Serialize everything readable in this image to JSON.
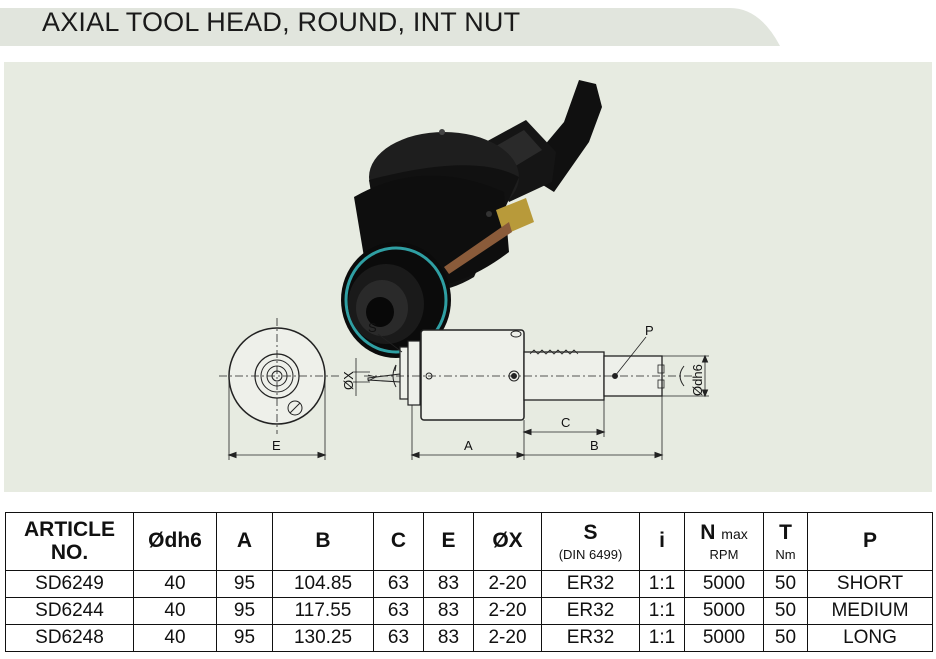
{
  "title": "AXIAL TOOL HEAD, ROUND, INT NUT",
  "drawing_labels": {
    "s": "S",
    "p": "P",
    "ox": "ØX",
    "odh6": "Ødh6",
    "e": "E",
    "a": "A",
    "b": "B",
    "c": "C"
  },
  "table": {
    "headers": {
      "article": "ARTICLE\nNO.",
      "dh6": "Ødh6",
      "a": "A",
      "b": "B",
      "c": "C",
      "e": "E",
      "x": "ØX",
      "s": "S",
      "s_sub": "(DIN 6499)",
      "i": "i",
      "n": "N",
      "n_sub": "max",
      "n_unit": "RPM",
      "t": "T",
      "t_unit": "Nm",
      "p": "P"
    },
    "rows": [
      {
        "article": "SD6249",
        "dh6": "40",
        "a": "95",
        "b": "104.85",
        "c": "63",
        "e": "83",
        "x": "2-20",
        "s": "ER32",
        "i": "1:1",
        "n": "5000",
        "t": "50",
        "p": "SHORT"
      },
      {
        "article": "SD6244",
        "dh6": "40",
        "a": "95",
        "b": "117.55",
        "c": "63",
        "e": "83",
        "x": "2-20",
        "s": "ER32",
        "i": "1:1",
        "n": "5000",
        "t": "50",
        "p": "MEDIUM"
      },
      {
        "article": "SD6248",
        "dh6": "40",
        "a": "95",
        "b": "130.25",
        "c": "63",
        "e": "83",
        "x": "2-20",
        "s": "ER32",
        "i": "1:1",
        "n": "5000",
        "t": "50",
        "p": "LONG"
      }
    ]
  }
}
